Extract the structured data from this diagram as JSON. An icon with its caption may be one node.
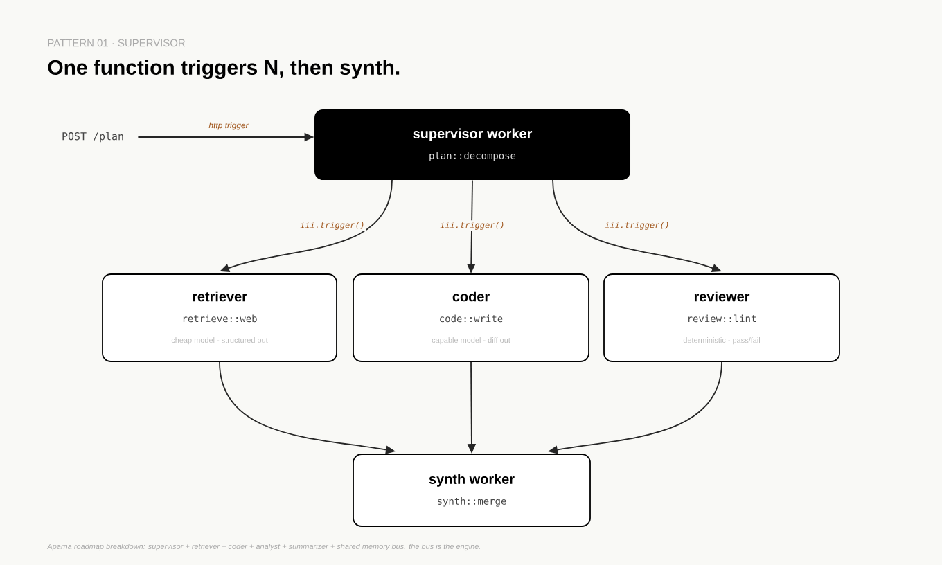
{
  "diagram": {
    "title": "One function triggers N, then synth.",
    "caption": "Aparna roadmap breakdown: supervisor + retriever + coder + analyst + summarizer + shared memory bus. the bus is the engine.",
    "labels": [
      "PATTERN 01 · SUPERVISOR"
    ],
    "nodes": [
      {
        "text": [
          "POST /plan"
        ]
      },
      {
        "text": [
          "supervisor worker",
          "plan::decompose"
        ]
      },
      {
        "text": [
          "retriever",
          "retrieve::web",
          "cheap model - structured out"
        ]
      },
      {
        "text": [
          "coder",
          "code::write",
          "capable model - diff out"
        ]
      },
      {
        "text": [
          "reviewer",
          "review::lint",
          "deterministic - pass/fail"
        ]
      },
      {
        "text": [
          "synth worker",
          "synth::merge"
        ]
      }
    ],
    "edges": [
      {
        "from": 0,
        "to": 1,
        "arrow": "to",
        "label": "http trigger"
      },
      {
        "from": 1,
        "to": 2,
        "arrow": "to",
        "label": "iii.trigger()"
      },
      {
        "from": 1,
        "to": 3,
        "arrow": "to",
        "label": "iii.trigger()"
      },
      {
        "from": 1,
        "to": 4,
        "arrow": "to",
        "label": "iii.trigger()"
      },
      {
        "from": 2,
        "to": 5,
        "arrow": "to"
      },
      {
        "from": 3,
        "to": 5,
        "arrow": "to"
      },
      {
        "from": 4,
        "to": 5,
        "arrow": "to"
      }
    ]
  }
}
